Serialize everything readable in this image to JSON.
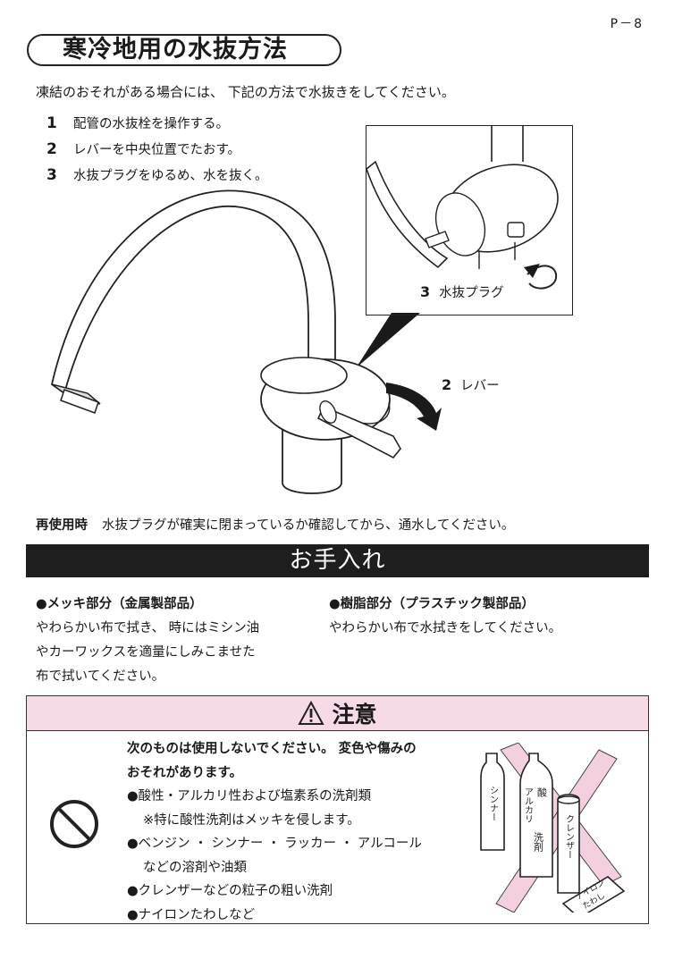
{
  "page_number": "P－8",
  "section_title": "寒冷地用の水抜方法",
  "intro": "凍結のおそれがある場合には、 下記の方法で水抜きをしてください。",
  "steps": [
    {
      "num": "1",
      "text": "配管の水抜栓を操作する。"
    },
    {
      "num": "2",
      "text": "レバーを中央位置でたおす。"
    },
    {
      "num": "3",
      "text": "水抜プラグをゆるめ、水を抜く。"
    }
  ],
  "detail_label": {
    "num": "3",
    "text": "水抜プラグ"
  },
  "lever_label": {
    "num": "2",
    "text": "レバー"
  },
  "reuse": {
    "label": "再使用時",
    "text": "水抜プラグが確実に閉まっているか確認してから、通水してください。"
  },
  "care": {
    "title": "お手入れ",
    "metal": {
      "heading": "●メッキ部分（金属製部品）",
      "lines": [
        "やわらかい布で拭き、 時にはミシン油",
        "やカーワックスを適量にしみこませた",
        "布で拭いてください。"
      ]
    },
    "resin": {
      "heading": "●樹脂部分（プラスチック製部品）",
      "lines": [
        "やわらかい布で水拭きをしてください。"
      ]
    }
  },
  "caution": {
    "title": "注意",
    "lead": [
      "次のものは使用しないでください。 変色や傷みの",
      "おそれがあります。"
    ],
    "items": [
      "●酸性・アルカリ性および塩素系の洗剤類",
      "※特に酸性洗剤はメッキを侵します。",
      "●ベンジン ・ シンナー ・ ラッカー ・ アルコール",
      "などの溶剤や油類",
      "●クレンザーなどの粒子の粗い洗剤",
      "●ナイロンたわしなど"
    ],
    "product_labels": {
      "thinner": "シンナー",
      "alkali": "アルカリ",
      "acid": "酸",
      "detergent": "洗剤",
      "cleanser": "クレンザー",
      "nylon": "ナイロン",
      "tawashi": "たわし"
    }
  },
  "colors": {
    "caution_header": "#f6dbe6",
    "care_bar": "#1e1e1e",
    "cross_pink": "#f3cfe0"
  },
  "icons": [
    "warning-triangle-icon",
    "prohibition-icon"
  ]
}
